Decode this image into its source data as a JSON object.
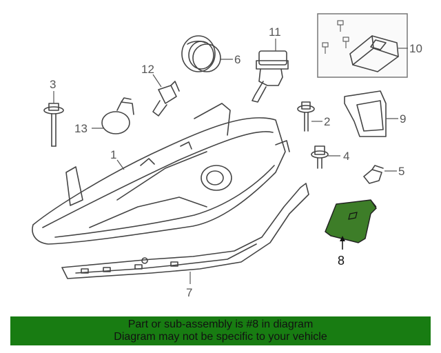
{
  "callouts": {
    "c1": "1",
    "c2": "2",
    "c3": "3",
    "c4": "4",
    "c5": "5",
    "c6": "6",
    "c7": "7",
    "c8": "8",
    "c9": "9",
    "c10": "10",
    "c11": "11",
    "c12": "12",
    "c13": "13"
  },
  "highlight": {
    "part_number": "8",
    "color": "#3d7d28"
  },
  "banner": {
    "line1": "Part or sub-assembly is #8 in diagram",
    "line2": "Diagram may not be specific to your vehicle",
    "background": "#187c12"
  }
}
